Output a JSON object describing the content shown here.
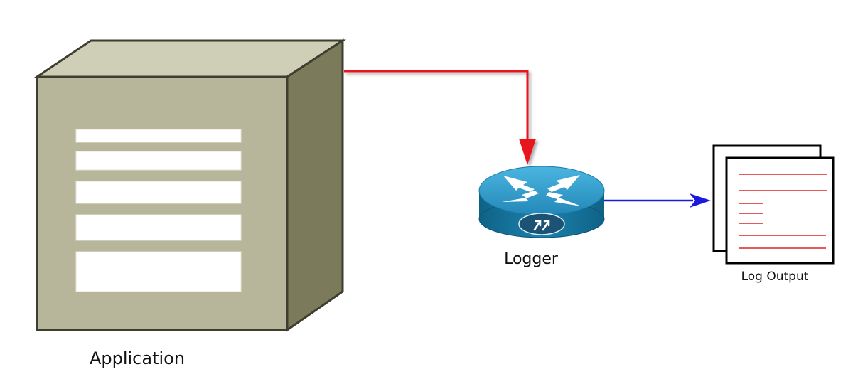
{
  "nodes": {
    "application": {
      "label": "Application"
    },
    "logger": {
      "label": "Logger"
    },
    "log_output": {
      "label": "Log Output"
    }
  },
  "edges": [
    {
      "from": "Application",
      "to": "Logger",
      "color": "#e8141e"
    },
    {
      "from": "Logger",
      "to": "Log Output",
      "color": "#1a1adc"
    }
  ],
  "colors": {
    "box_front": "#b7b69a",
    "box_top": "#cfcfb7",
    "box_side": "#7b7a5a",
    "box_stroke": "#3e3e30",
    "panel_slot": "#ffffff",
    "router_top": "#2d9fd0",
    "router_side": "#14729b",
    "router_badge": "#1c5274",
    "doc_line": "#e22020"
  },
  "icons": {
    "application": "server-box-icon",
    "logger": "router-icon",
    "log_output": "document-stack-icon"
  }
}
